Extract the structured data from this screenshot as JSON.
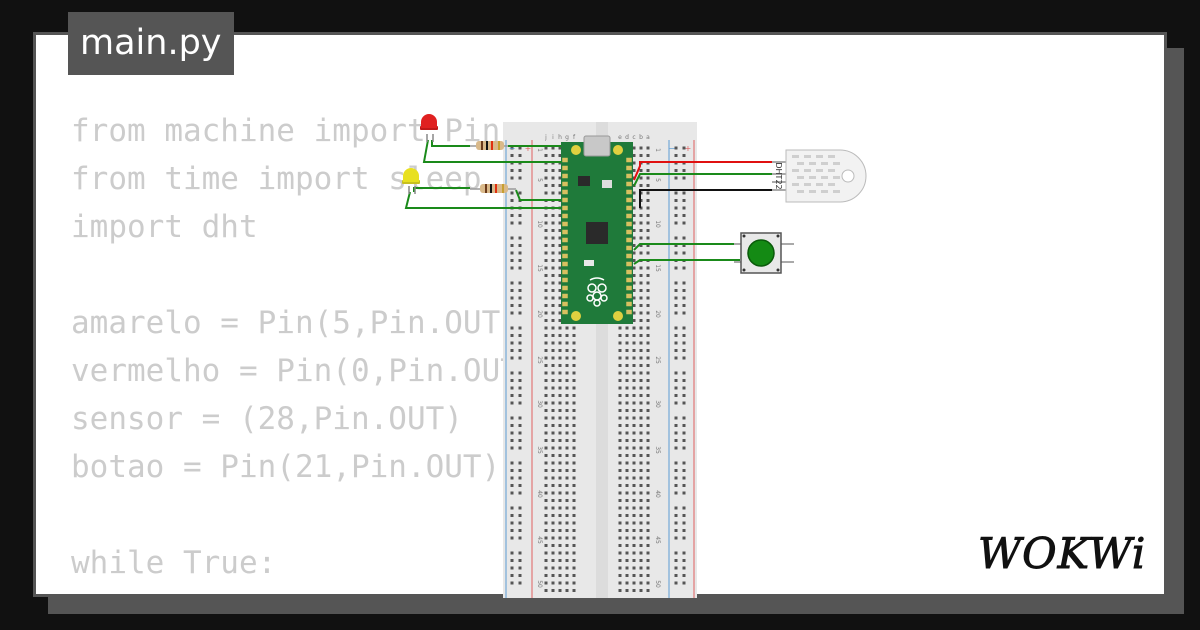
{
  "tab": {
    "filename": "main.py"
  },
  "code_lines": [
    "from machine import Pin",
    "from time import sleep",
    "import dht",
    "",
    "amarelo = Pin(5,Pin.OUT)",
    "vermelho = Pin(0,Pin.OUT)",
    "sensor = (28,Pin.OUT)",
    "botao = Pin(21,Pin.OUT)",
    "",
    "while True:",
    "  ..."
  ],
  "breadboard": {
    "row_numbers": [
      "1",
      "5",
      "10",
      "15",
      "20",
      "25",
      "30",
      "35",
      "40",
      "45",
      "50"
    ],
    "column_letters_left": [
      "j",
      "i",
      "h",
      "g",
      "f"
    ],
    "column_letters_right": [
      "e",
      "d",
      "c",
      "b",
      "a"
    ]
  },
  "sensor_label": "DHT22",
  "brand": {
    "name": "WOKWi"
  },
  "colors": {
    "background": "#111111",
    "card_border": "#555555",
    "code_text": "#cccccc",
    "pico_board": "#1f7a3a",
    "wire_green": "#1a8a1a",
    "wire_red": "#e01010",
    "wire_black": "#111111",
    "led_red": "#e02020",
    "led_yellow": "#e8e020"
  },
  "icons": [
    "raspberry-pi-logo-icon",
    "red-led-icon",
    "yellow-led-icon",
    "resistor-icon",
    "push-button-icon",
    "dht22-sensor-icon"
  ]
}
